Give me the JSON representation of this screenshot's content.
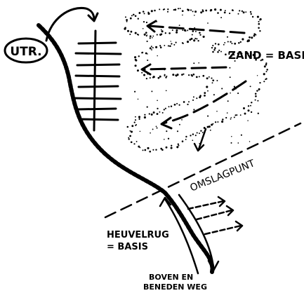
{
  "labels": {
    "utr": "UTR.",
    "zand_basis": "ZAND = BASIS",
    "omslagpunt": "OMSLAGPUNT",
    "heuvelrug_line1": "HEUVELRUG",
    "heuvelrug_line2": "= BASIS",
    "boven_line1": "BOVEN EN",
    "boven_line2": "BENEDEN WEG"
  },
  "colors": {
    "ink": "#000000",
    "background": "#ffffff"
  }
}
